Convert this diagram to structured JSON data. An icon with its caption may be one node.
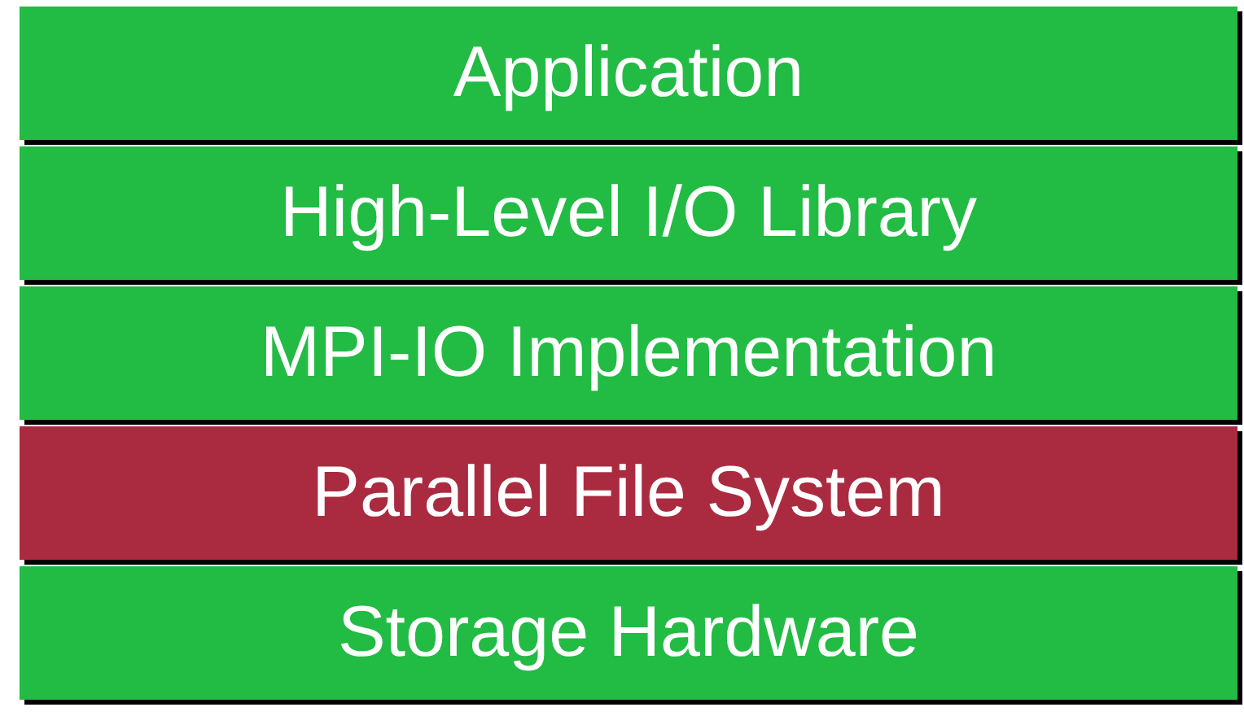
{
  "diagram": {
    "nodes": [
      {
        "text": [
          "Application"
        ]
      },
      {
        "text": [
          "High-Level I/O Library"
        ]
      },
      {
        "text": [
          "MPI-IO Implementation"
        ]
      },
      {
        "text": [
          "Parallel File System"
        ]
      },
      {
        "text": [
          "Storage Hardware"
        ]
      }
    ]
  }
}
